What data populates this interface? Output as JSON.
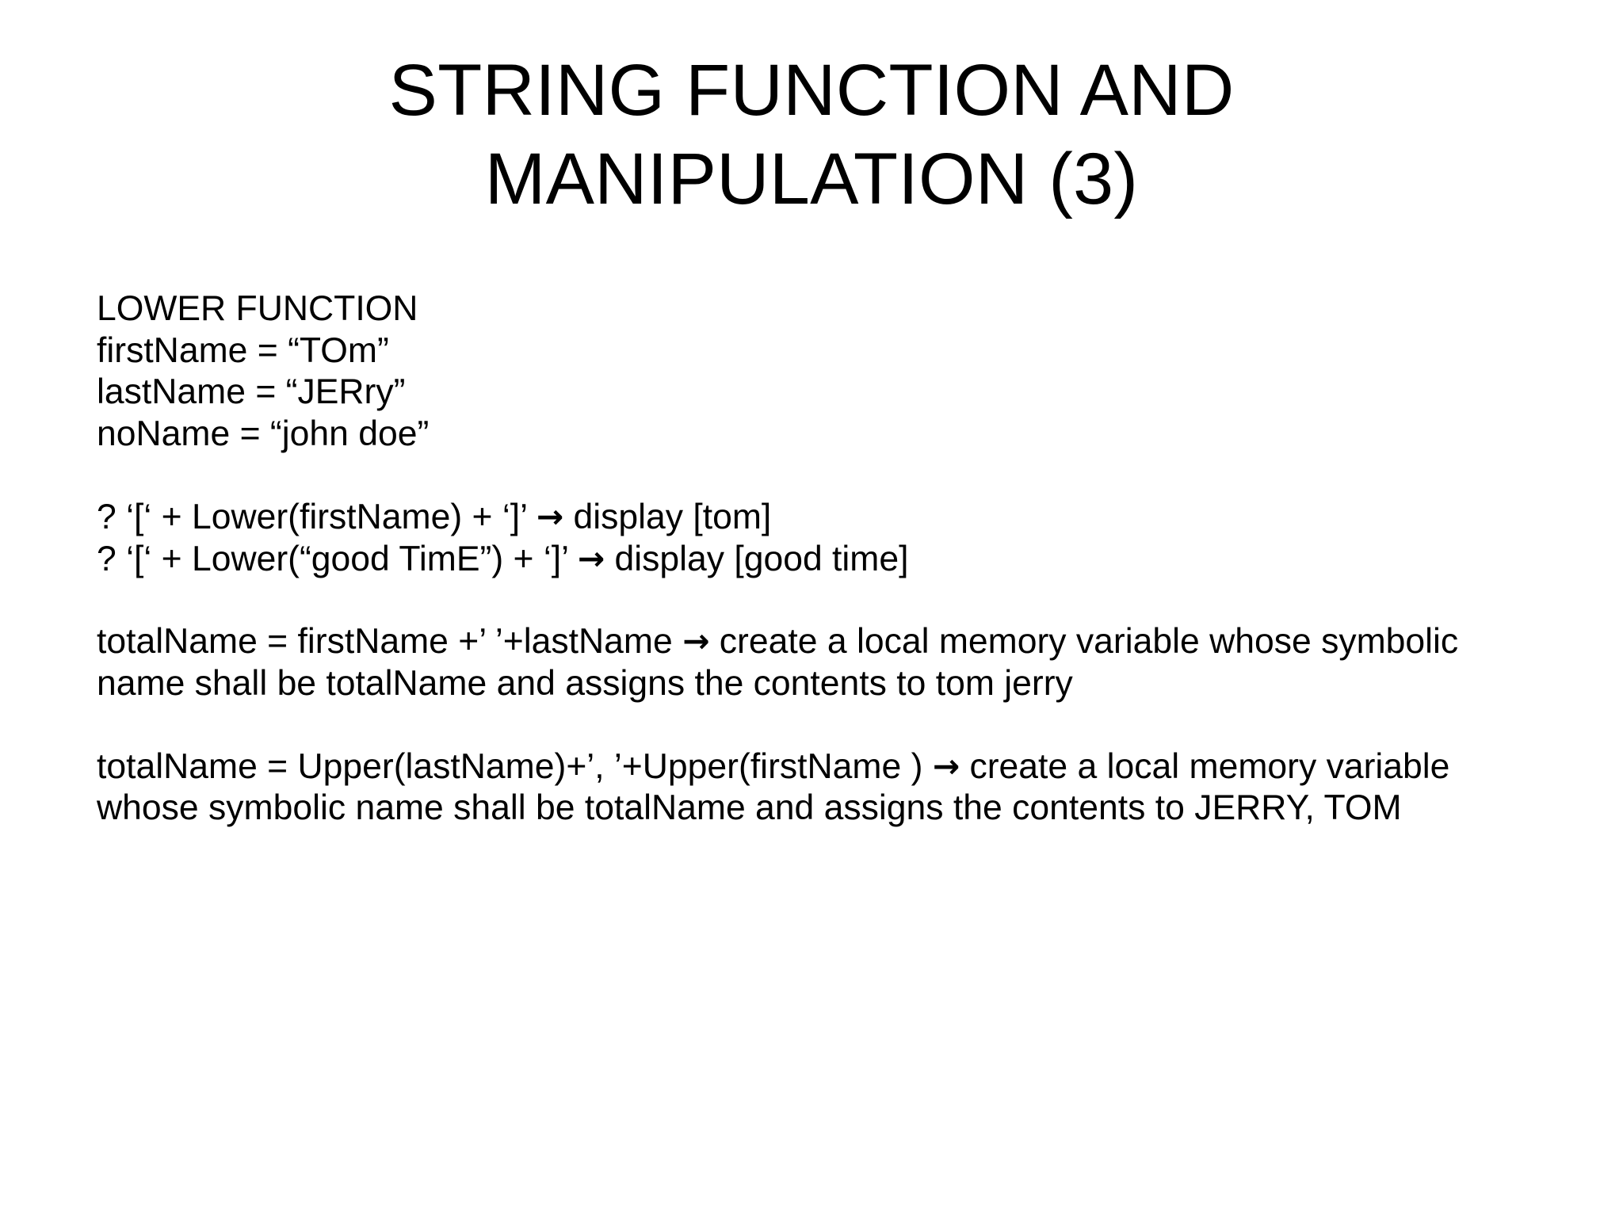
{
  "slide": {
    "background_color": "#ffffff",
    "text_color": "#000000",
    "title": {
      "line1": "STRING FUNCTION AND",
      "line2": "MANIPULATION (3)"
    },
    "body": {
      "heading": "LOWER FUNCTION",
      "assignments": [
        "firstName = “TOm”",
        "lastName = “JERry”",
        "noName = “john doe”"
      ],
      "queries": [
        {
          "before_arrow": "? ‘[‘ + Lower(firstName) + ‘]’ ",
          "arrow": "→",
          "after_arrow": " display [tom]"
        },
        {
          "before_arrow": "? ‘[‘ + Lower(“good TimE”) + ‘]’ ",
          "arrow": "→",
          "after_arrow": " display [good time]"
        }
      ],
      "paragraphs": [
        {
          "before_arrow": "totalName = firstName +’ ’+lastName ",
          "arrow": "→",
          "after_arrow": " create a local memory variable whose symbolic name shall be totalName and assigns the contents to tom jerry"
        },
        {
          "before_arrow": "totalName = Upper(lastName)+’, ’+Upper(firstName ) ",
          "arrow": "→",
          "after_arrow": " create a local memory variable whose symbolic name shall be totalName and assigns the contents to JERRY, TOM"
        }
      ]
    }
  }
}
